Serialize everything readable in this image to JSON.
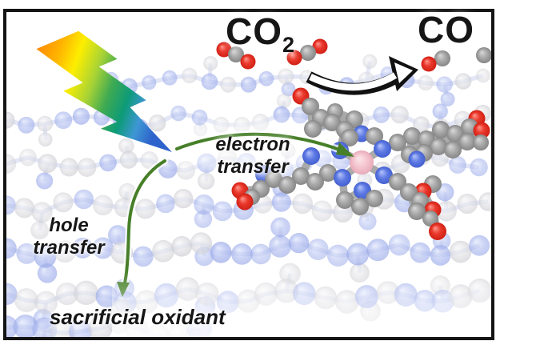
{
  "figure": {
    "title_labels": {
      "co2_formula": "CO",
      "co2_subscript": "2",
      "co": "CO"
    },
    "annotations": {
      "electron_transfer": [
        "electron",
        "transfer"
      ],
      "hole_transfer": [
        "hole",
        "transfer"
      ],
      "sacrificial_oxidant": "sacrificial oxidant"
    },
    "icons": [
      "lightning-bolt-icon",
      "reaction-arrow-icon",
      "electron-transfer-arrow-icon",
      "hole-transfer-arrow-icon"
    ],
    "colors": {
      "border": "#141414",
      "text": "#161616",
      "arrow_green": "#467f28",
      "reaction_arrow_outline": "#111111",
      "reaction_arrow_fill": "#ffffff",
      "bolt_gradient": [
        "#ff8a00",
        "#ffb400",
        "#fdee00",
        "#a9d335",
        "#3faa52",
        "#0d9b77",
        "#3e97d4",
        "#2f63cc"
      ],
      "atom_carbon": "#9a9a9a",
      "atom_nitrogen": "#5470dd",
      "atom_oxygen": "#e02b20",
      "atom_metal_pink": "#f3c3cd",
      "network_blue": "#aebbf0",
      "network_gray": "#e2e2e6"
    }
  }
}
